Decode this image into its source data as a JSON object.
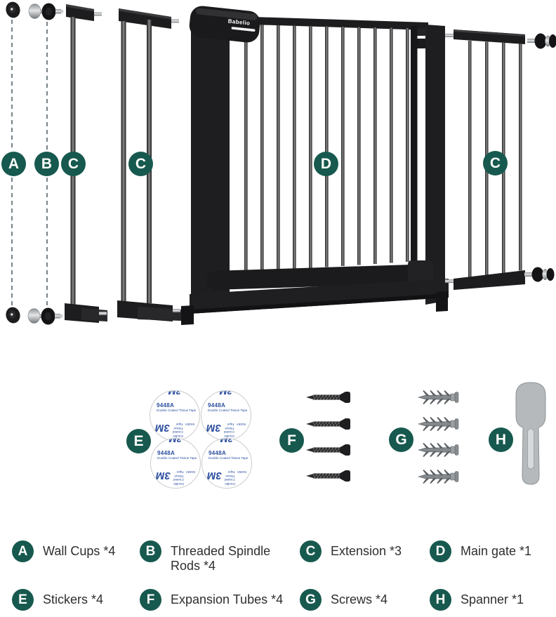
{
  "colors": {
    "badge_teal": "#17594E",
    "part_black": "#1E1E20",
    "silver": "#C9CBCC",
    "sticker_blue": "#2C4F9F",
    "spanner_gray": "#B5B9BC",
    "dashed_line": "#3C4D55",
    "legend_text": "#2E2E2E"
  },
  "gate": {
    "brand": "Babelio"
  },
  "sticker": {
    "brand": "3M",
    "model": "9448A",
    "desc": "Double Coated Tissue Tape"
  },
  "diagram": {
    "badges": [
      "A",
      "B",
      "C",
      "C",
      "D",
      "C",
      "E",
      "F",
      "G",
      "H"
    ]
  },
  "legend": {
    "items": [
      {
        "letter": "A",
        "label": "Wall Cups *4"
      },
      {
        "letter": "B",
        "label": "Threaded Spindle Rods *4"
      },
      {
        "letter": "C",
        "label": "Extension *3"
      },
      {
        "letter": "D",
        "label": "Main gate *1"
      },
      {
        "letter": "E",
        "label": "Stickers *4"
      },
      {
        "letter": "F",
        "label": "Expansion Tubes *4"
      },
      {
        "letter": "G",
        "label": "Screws *4"
      },
      {
        "letter": "H",
        "label": "Spanner *1"
      }
    ]
  }
}
